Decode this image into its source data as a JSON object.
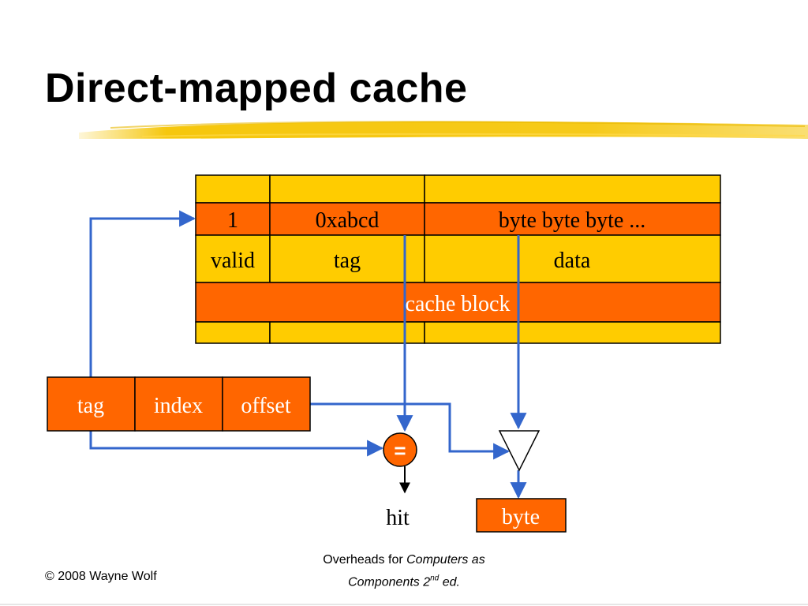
{
  "slide": {
    "title": "Direct-mapped cache"
  },
  "cache_table": {
    "entry": {
      "valid": "1",
      "tag": "0xabcd",
      "data": "byte byte byte ..."
    },
    "headers": {
      "valid": "valid",
      "tag": "tag",
      "data": "data"
    },
    "block_label": "cache block"
  },
  "address": {
    "tag": "tag",
    "index": "index",
    "offset": "offset"
  },
  "comparator": {
    "symbol": "="
  },
  "outputs": {
    "hit": "hit",
    "byte": "byte"
  },
  "footer": {
    "copyright": "© 2008 Wayne Wolf",
    "overheads_prefix": "Overheads for ",
    "book_title_line1": "Computers as",
    "book_title_line2": "Components 2",
    "edition_sup": "nd",
    "edition_suffix": " ed."
  },
  "colors": {
    "cell_yellow": "#FFCC00",
    "cell_orange": "#FF6600",
    "wire_blue": "#3366CC",
    "accent_swoosh": "#F5C400"
  }
}
